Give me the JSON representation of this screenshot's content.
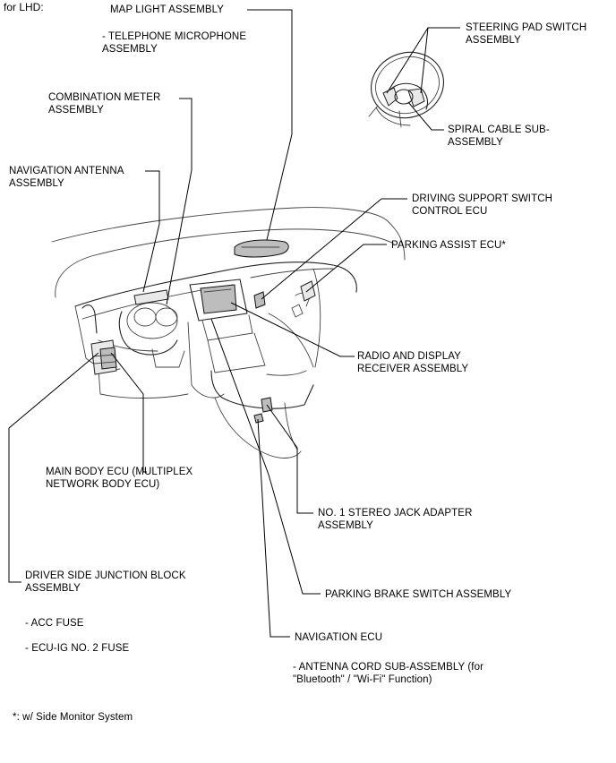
{
  "header": "for LHD:",
  "labels": {
    "map_light": "MAP LIGHT ASSEMBLY",
    "telephone_mic": "- TELEPHONE MICROPHONE\nASSEMBLY",
    "combination_meter": "COMBINATION METER\nASSEMBLY",
    "navigation_antenna": "NAVIGATION ANTENNA\nASSEMBLY",
    "steering_pad_switch": "STEERING PAD SWITCH\nASSEMBLY",
    "spiral_cable": "SPIRAL CABLE SUB-\nASSEMBLY",
    "driving_support_switch": "DRIVING SUPPORT SWITCH\nCONTROL ECU",
    "parking_assist_ecu": "PARKING ASSIST ECU*",
    "radio_display_receiver": "RADIO AND DISPLAY\nRECEIVER ASSEMBLY",
    "main_body_ecu": "MAIN BODY ECU (MULTIPLEX\nNETWORK BODY ECU)",
    "stereo_jack_adapter": "NO. 1 STEREO JACK ADAPTER\nASSEMBLY",
    "driver_side_junction_block": "DRIVER SIDE JUNCTION BLOCK\nASSEMBLY",
    "acc_fuse": "- ACC FUSE",
    "ecu_ig_fuse": "- ECU-IG NO. 2 FUSE",
    "parking_brake_switch": "PARKING BRAKE SWITCH ASSEMBLY",
    "navigation_ecu": "NAVIGATION ECU",
    "antenna_cord": "- ANTENNA CORD SUB-ASSEMBLY (for\n\"Bluetooth\" / \"Wi-Fi\" Function)"
  },
  "footnote": "*: w/ Side Monitor System"
}
